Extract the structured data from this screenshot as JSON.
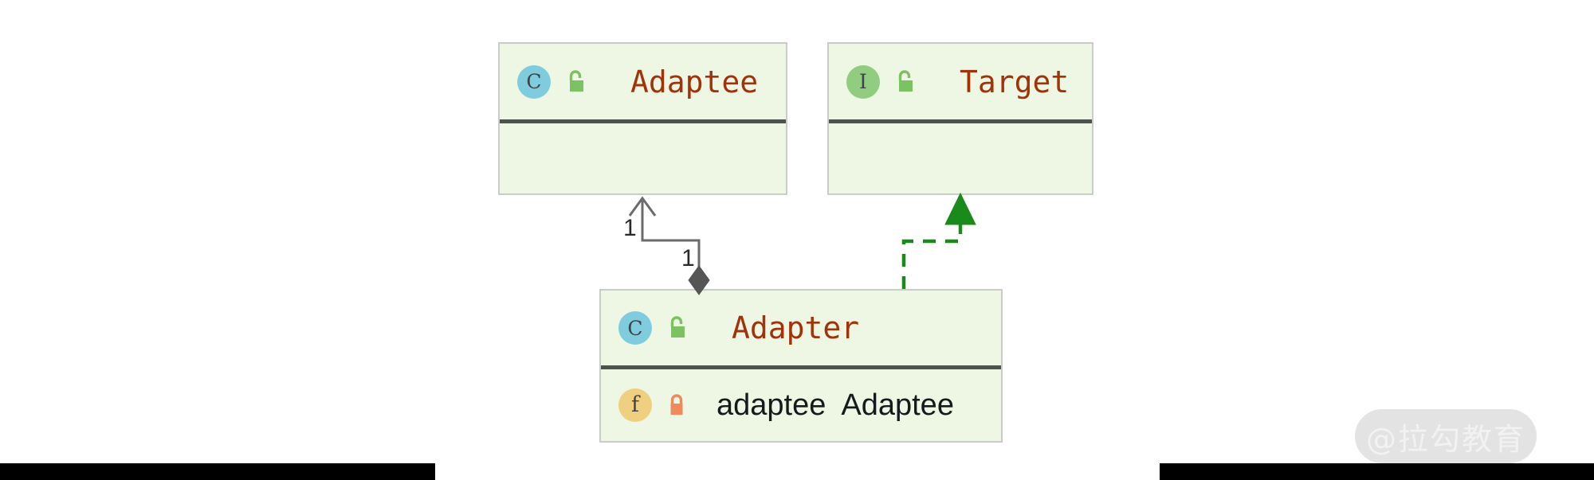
{
  "diagram": {
    "title": "Adapter pattern UML class diagram",
    "background": "#ffffff",
    "box_fill": "#edf7e3",
    "box_border": "#c9cdc9",
    "divider_color": "#4d524d",
    "type_name_color": "#a33208",
    "member_name_color": "#17191c"
  },
  "classes": {
    "adaptee": {
      "stereotype_letter": "C",
      "stereotype_kind": "class",
      "stereotype_color": "#7fccdf",
      "visibility_icon": "unlock-icon",
      "visibility": "public",
      "visibility_color": "#7cc262",
      "name": "Adaptee",
      "members": []
    },
    "target": {
      "stereotype_letter": "I",
      "stereotype_kind": "interface",
      "stereotype_color": "#91cc81",
      "visibility_icon": "unlock-icon",
      "visibility": "public",
      "visibility_color": "#7cc262",
      "name": "Target",
      "members": []
    },
    "adapter": {
      "stereotype_letter": "C",
      "stereotype_kind": "class",
      "stereotype_color": "#7fccdf",
      "visibility_icon": "unlock-icon",
      "visibility": "public",
      "visibility_color": "#7cc262",
      "name": "Adapter",
      "members": [
        {
          "stereotype_letter": "f",
          "stereotype_kind": "field",
          "stereotype_color": "#efcf80",
          "visibility_icon": "lock-icon",
          "visibility": "private",
          "visibility_color": "#f08a5d",
          "label": "adaptee  Adaptee"
        }
      ]
    }
  },
  "relations": {
    "composition": {
      "kind": "composition",
      "from": "Adapter",
      "to": "Adaptee",
      "line_color": "#6b6b6b",
      "source_multiplicity": "1",
      "target_multiplicity": "1",
      "diamond_color": "#555555"
    },
    "realization": {
      "kind": "realization",
      "from": "Adapter",
      "to": "Target",
      "line_color": "#1a8a1a",
      "dashed": true
    }
  },
  "watermark": {
    "text": "@拉勾教育",
    "pill_color": "#e3e3e3",
    "text_color": "#f2f2f2"
  }
}
